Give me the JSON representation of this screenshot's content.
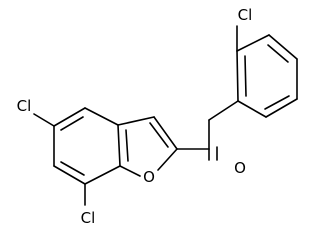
{
  "molecule": {
    "atoms": [
      {
        "id": "cl_top",
        "symbol": "Cl"
      },
      {
        "id": "cl_5",
        "symbol": "Cl"
      },
      {
        "id": "cl_7",
        "symbol": "Cl"
      },
      {
        "id": "o_ring",
        "symbol": "O"
      },
      {
        "id": "o_ketone",
        "symbol": "O"
      }
    ],
    "line_color": "#000000",
    "background": "#ffffff"
  }
}
